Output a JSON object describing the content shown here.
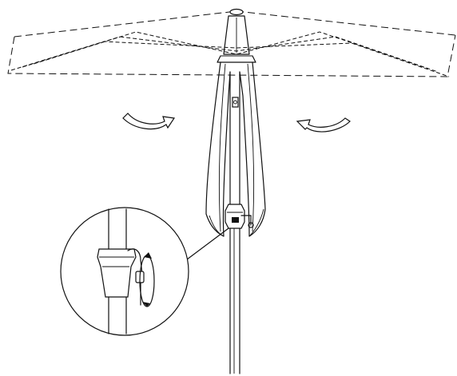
{
  "colors": {
    "ink": "#111111",
    "background": "#ffffff"
  },
  "figure": {
    "components": [
      "umbrella-canopy-open-outline",
      "umbrella-canopy-closed",
      "umbrella-pole",
      "crank-handle",
      "rotation-arrows",
      "crank-detail-magnifier"
    ]
  }
}
